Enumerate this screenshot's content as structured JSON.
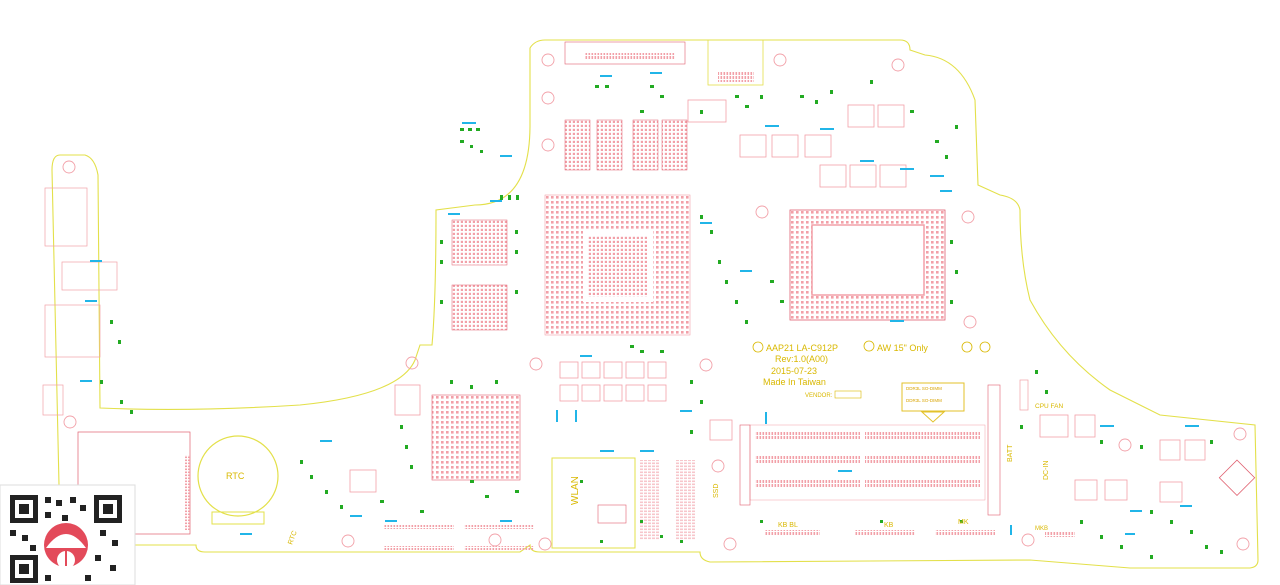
{
  "board": {
    "marking": {
      "line1": "AAP21 LA-C912P",
      "line2": "AW 15\" Only",
      "rev": "Rev:1.0(A00)",
      "date": "2015-07-23",
      "made": "Made In Taiwan",
      "vendor": "VENDOR:"
    },
    "labels": {
      "rtc_big": "RTC",
      "rtc_small": "RTC",
      "wlan": "WLAN",
      "ssd": "SSD",
      "kb_bl": "KB BL",
      "kb": "KB",
      "mk": "MK",
      "mkb": "MKB",
      "batt": "BATT",
      "cpu_fan": "CPU FAN",
      "dc_in": "DC-IN",
      "ddr_note": "DDR3L SO-DIMM"
    },
    "colors": {
      "outline": "#e3e04a",
      "pad": "#f2a0a8",
      "part": "#22aa22",
      "ref": "#21b5e8",
      "chip": "#e06070"
    }
  }
}
